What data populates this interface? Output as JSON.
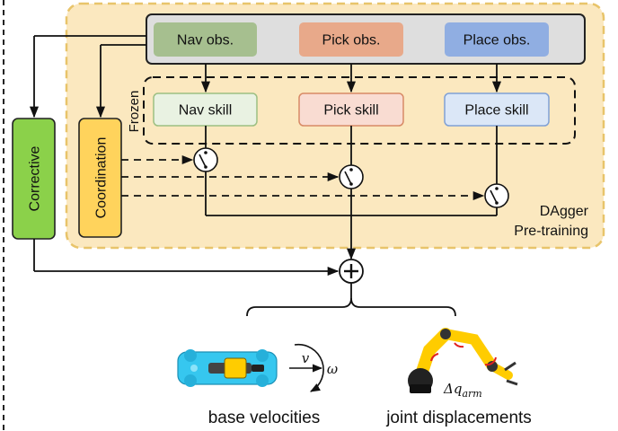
{
  "observations": {
    "nav": "Nav obs.",
    "pick": "Pick obs.",
    "place": "Place obs."
  },
  "skills": {
    "nav": "Nav skill",
    "pick": "Pick skill",
    "place": "Place skill"
  },
  "frozen_label": "Frozen",
  "policies": {
    "corrective": "Corrective",
    "coordination": "Coordination"
  },
  "pretraining_label": {
    "line1": "DAgger",
    "line2": "Pre-training"
  },
  "outputs": {
    "base": "base velocities",
    "joint": "joint displacements",
    "v": "v",
    "omega": "ω",
    "delta_q": "Δq",
    "delta_q_sub": "arm"
  },
  "sum_symbol": "+",
  "colors": {
    "background_panel": "#fbe8bf",
    "background_border": "#e8c46a",
    "obs_box": "#dedede",
    "nav_obs": "#a6bf8f",
    "pick_obs": "#e8a98a",
    "place_obs": "#90aee2",
    "nav_skill": "#e9f2e2",
    "pick_skill": "#f9dcd2",
    "place_skill": "#dbe7f7",
    "corrective": "#8bd14a",
    "coordination": "#ffd35c",
    "robot_base": "#36c7ef",
    "robot_arm": "#ffcc00"
  },
  "icons": [
    "switch-icon",
    "sum-icon",
    "robot-base-icon",
    "robot-arm-icon"
  ]
}
